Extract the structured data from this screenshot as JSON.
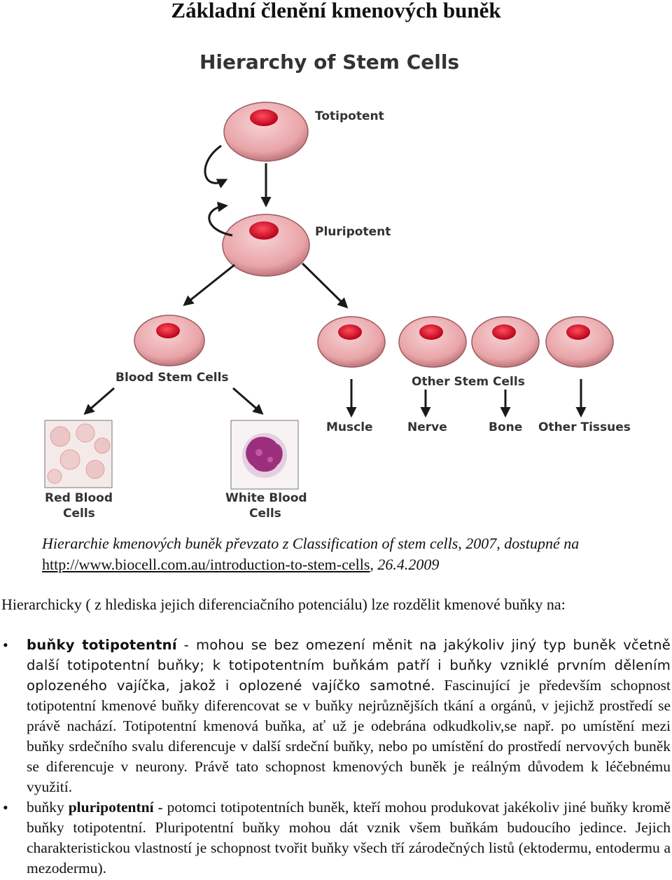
{
  "page": {
    "title": "Základní členění kmenových buněk"
  },
  "figure": {
    "heading": "Hierarchy of Stem Cells",
    "labels": {
      "totipotent": "Totipotent",
      "pluripotent": "Pluripotent",
      "blood_stem_cells": "Blood Stem Cells",
      "other_stem_cells": "Other Stem Cells",
      "muscle": "Muscle",
      "nerve": "Nerve",
      "bone": "Bone",
      "other_tissues": "Other Tissues",
      "red_blood_line1": "Red Blood",
      "red_blood_line2": "Cells",
      "white_blood_line1": "White Blood",
      "white_blood_line2": "Cells"
    },
    "colors": {
      "cell_body": "#e9a4a8",
      "nucleus": "#d6102a",
      "arrow": "#1a1a1a"
    }
  },
  "caption": {
    "text_before_link": "Hierarchie kmenových buněk převzato z Classification of stem cells, 2007, dostupné na ",
    "link": "http://www.biocell.com.au/introduction-to-stem-cells",
    "text_after_link": ", 26.4.2009"
  },
  "intro": "Hierarchicky ( z hlediska jejich diferenciačního potenciálu) lze rozdělit kmenové buňky na:",
  "items": [
    {
      "bullet": "•",
      "term": "buňky totipotentní",
      "text_a": " - mohou se bez omezení měnit na jakýkoliv jiný typ buněk včetně další totipotentní buňky; k totipotentním buňkám patří i buňky vzniklé prvním dělením oplozeného vajíčka, jakož i oplozené vajíčko samotné.",
      "text_b": " Fascinující je především schopnost totipotentní kmenové buňky diferencovat se v buňky nejrůznějších tkání a orgánů, v jejichž prostředí se právě nachází. Totipotentní kmenová buňka, ať už je odebrána odkudkoliv,se např. po umístění mezi buňky srdečního svalu diferencuje v další srdeční buňky, nebo po umístění do prostředí nervových buněk se diferencuje v neurony. Právě tato schopnost kmenových buněk je reálným důvodem k léčebnému využití."
    },
    {
      "bullet": "•",
      "prefix": "buňky ",
      "term": "pluripotentní",
      "text": " - potomci totipotentních buněk, kteří mohou produkovat jakékoliv jiné buňky kromě buňky totipotentní. Pluripotentní buňky mohou dát vznik všem buňkám budoucího jedince. Jejich charakteristickou vlastností je schopnost tvořit buňky všech tří zárodečných listů (ektodermu, entodermu a mezodermu)."
    }
  ]
}
